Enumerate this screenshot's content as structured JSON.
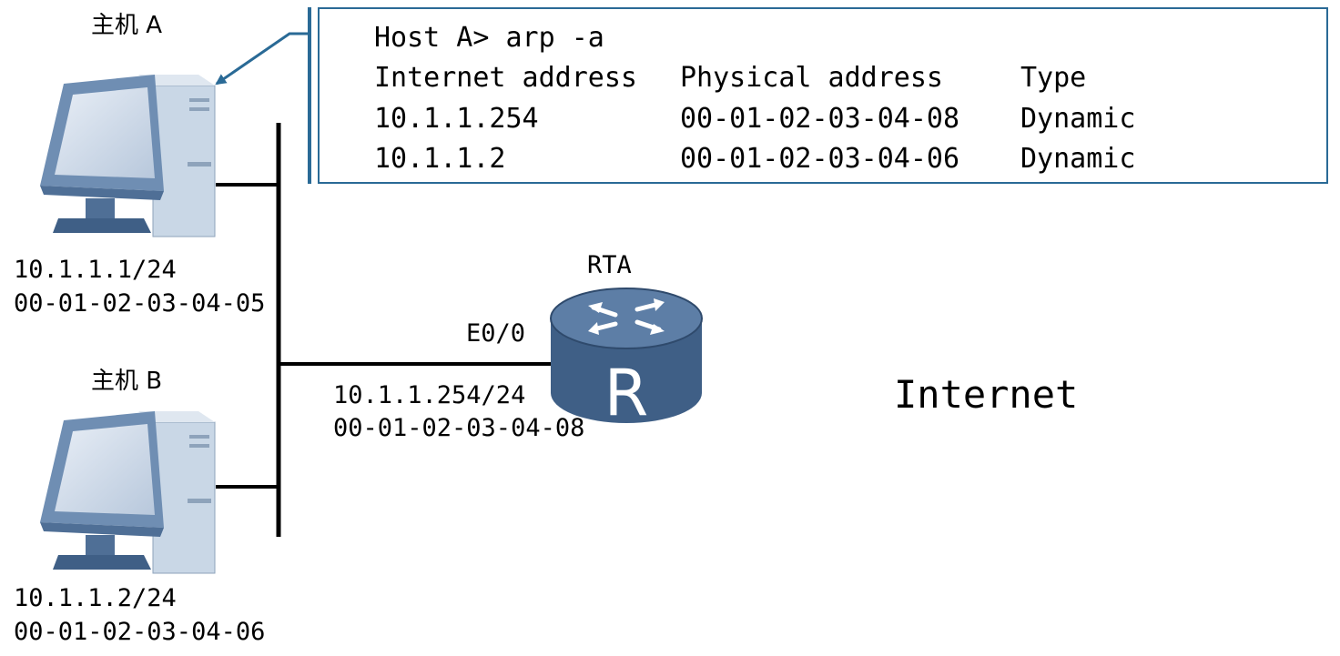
{
  "arp_output": {
    "command": "Host A> arp -a",
    "columns": [
      "Internet address",
      "Physical address",
      "Type"
    ],
    "rows": [
      [
        "10.1.1.254",
        "00-01-02-03-04-08",
        "Dynamic"
      ],
      [
        "10.1.1.2",
        "00-01-02-03-04-06",
        "Dynamic"
      ]
    ]
  },
  "host_a": {
    "name": "主机 A",
    "ip": "10.1.1.1/24",
    "mac": "00-01-02-03-04-05"
  },
  "host_b": {
    "name": "主机 B",
    "ip": "10.1.1.2/24",
    "mac": "00-01-02-03-04-06"
  },
  "router": {
    "name": "RTA",
    "interface": "E0/0",
    "ip": "10.1.1.254/24",
    "mac": "00-01-02-03-04-08",
    "glyph": "R"
  },
  "cloud_label": "Internet",
  "colors": {
    "box_border": "#2a6a96",
    "router_body": "#3f5f86",
    "monitor_frame": "#6f8eb3",
    "tower": "#c9d7e6"
  }
}
